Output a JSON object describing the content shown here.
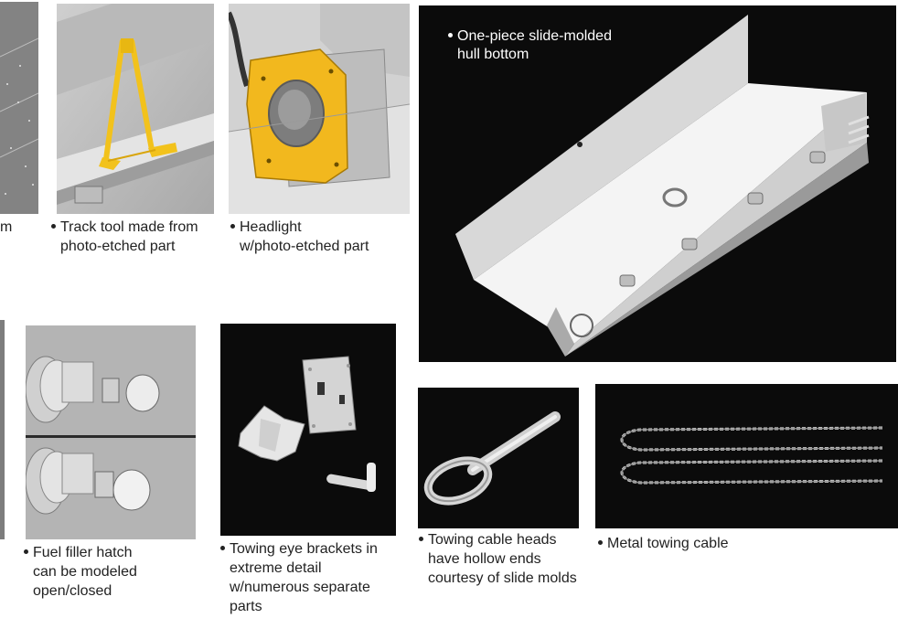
{
  "captions": {
    "partial_left": {
      "lines": [
        "m"
      ]
    },
    "track_tool": {
      "lines": [
        "Track tool made from",
        "photo-etched part"
      ]
    },
    "headlight": {
      "lines": [
        "Headlight",
        "w/photo-etched part"
      ]
    },
    "hull_bottom": {
      "lines": [
        "One-piece slide-molded",
        "hull bottom"
      ]
    },
    "fuel_filler": {
      "lines": [
        "Fuel filler hatch",
        "can be modeled",
        "open/closed"
      ]
    },
    "towing_eye": {
      "lines": [
        "Towing eye brackets in",
        "extreme detail",
        "w/numerous separate",
        "parts"
      ]
    },
    "cable_heads": {
      "lines": [
        "Towing cable heads",
        "have hollow ends",
        "courtesy of slide molds"
      ]
    },
    "metal_cable": {
      "lines": [
        "Metal towing cable"
      ]
    }
  },
  "colors": {
    "photo_etch_yellow": "#f2c21c",
    "panel_black": "#0b0b0b",
    "render_gray": "#c9c9c9"
  }
}
